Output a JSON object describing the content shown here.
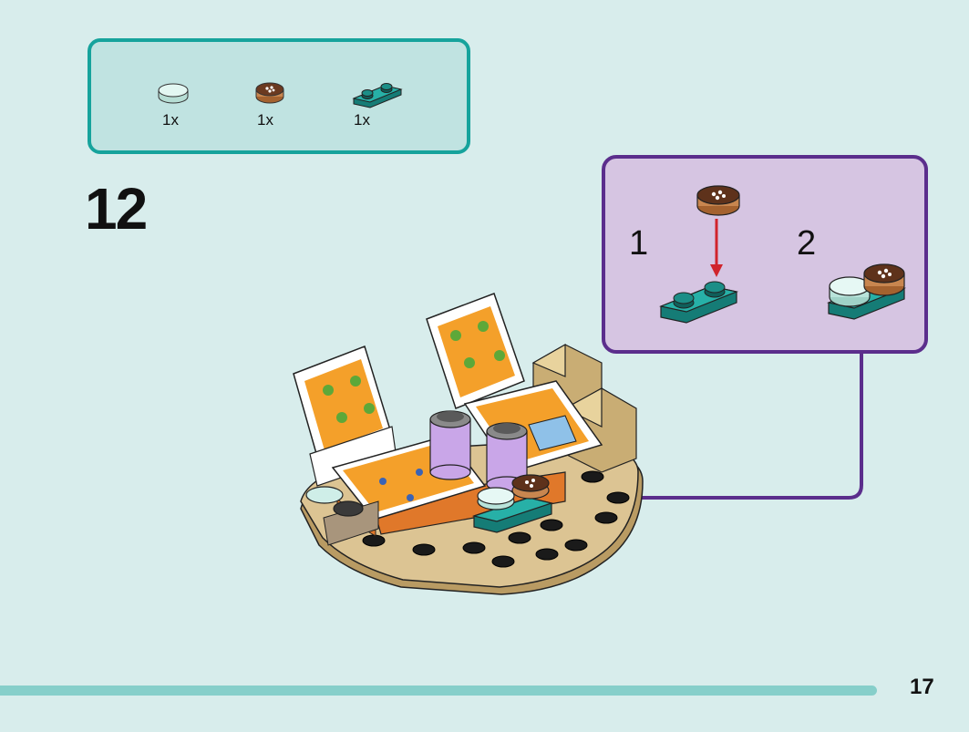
{
  "parts_list": {
    "items": [
      {
        "icon": "trans-clear-round-tile-icon",
        "qty": "1x",
        "color": "#d4f2ec"
      },
      {
        "icon": "cookie-round-tile-icon",
        "qty": "1x",
        "color": "#b5703e"
      },
      {
        "icon": "teal-1x2-plate-icon",
        "qty": "1x",
        "color": "#1f9e96"
      }
    ]
  },
  "step": {
    "number": "12"
  },
  "sub_assembly": {
    "substeps": [
      {
        "number": "1"
      },
      {
        "number": "2"
      }
    ]
  },
  "colors": {
    "parts_border": "#16a39c",
    "parts_fill": "#c0e3e1",
    "sub_border": "#5b2e8c",
    "sub_fill": "#d6c5e2",
    "arrow_red": "#d0242c",
    "page_bg": "#d8edec"
  },
  "footer": {
    "page_number": "17"
  }
}
